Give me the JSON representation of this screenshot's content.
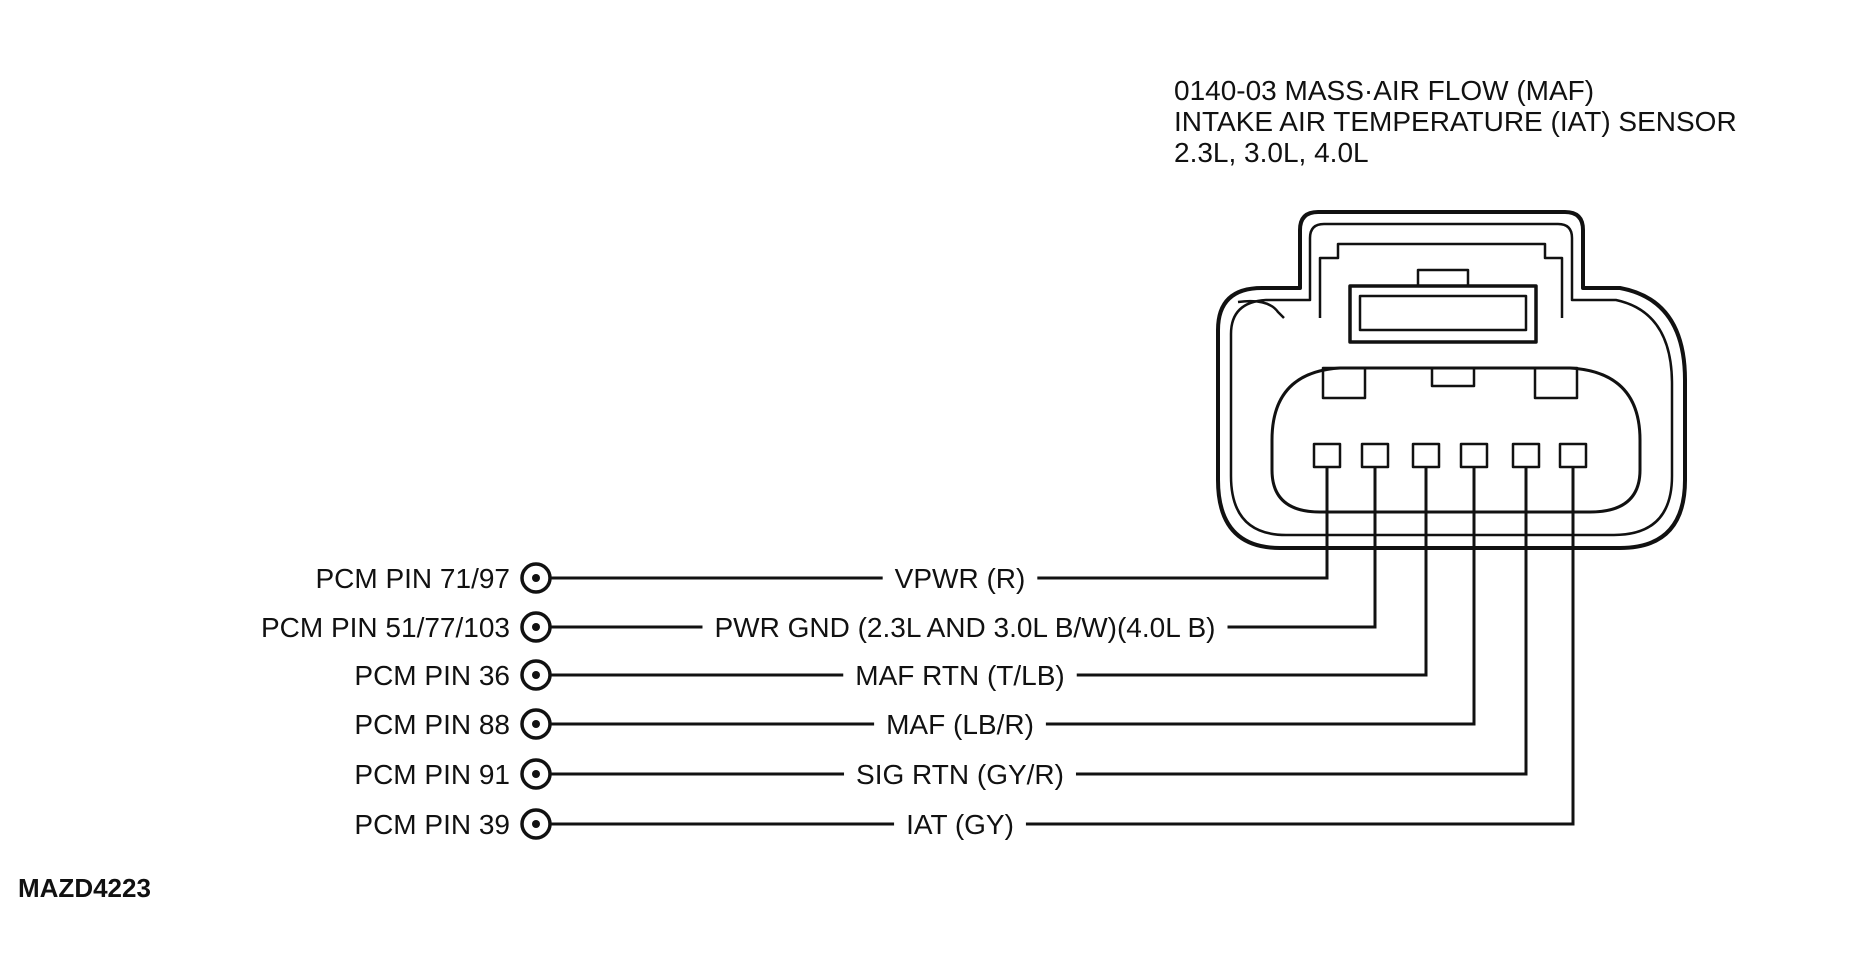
{
  "title": {
    "line1": "0140-03 MASS·AIR FLOW (MAF)",
    "line2": "INTAKE AIR TEMPERATURE (IAT) SENSOR",
    "line3": "2.3L, 3.0L, 4.0L"
  },
  "wires": [
    {
      "pcm_pin": "PCM PIN 71/97",
      "circuit": "VPWR (R)"
    },
    {
      "pcm_pin": "PCM PIN 51/77/103",
      "circuit": "PWR GND (2.3L AND 3.0L B/W)(4.0L B)"
    },
    {
      "pcm_pin": "PCM PIN 36",
      "circuit": "MAF RTN (T/LB)"
    },
    {
      "pcm_pin": "PCM PIN 88",
      "circuit": "MAF (LB/R)"
    },
    {
      "pcm_pin": "PCM PIN 91",
      "circuit": "SIG RTN (GY/R)"
    },
    {
      "pcm_pin": "PCM PIN 39",
      "circuit": "IAT (GY)"
    }
  ],
  "figure_code": "MAZD4223",
  "colors": {
    "ink": "#111111",
    "background": "#ffffff"
  }
}
